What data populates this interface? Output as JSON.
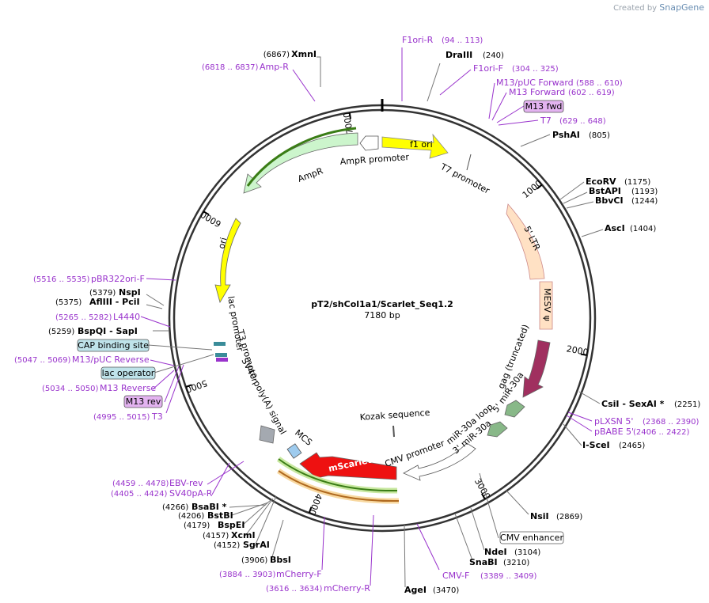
{
  "brand": {
    "prefix": "Created by",
    "name": "SnapGene"
  },
  "plasmid": {
    "name": "pT2/shCol1a1/Scarlet_Seq1.2",
    "length": "7180 bp"
  },
  "ticks": [
    "1000",
    "2000",
    "3000",
    "4000",
    "5000",
    "6000",
    "7000"
  ],
  "enzymes": [
    {
      "name": "XmnI",
      "pos": "(6867)"
    },
    {
      "name": "DraIII",
      "pos": "(240)"
    },
    {
      "name": "PshAI",
      "pos": "(805)"
    },
    {
      "name": "EcoRV",
      "pos": "(1175)"
    },
    {
      "name": "BstAPI",
      "pos": "(1193)"
    },
    {
      "name": "BbvCI",
      "pos": "(1244)"
    },
    {
      "name": "AscI",
      "pos": "(1404)"
    },
    {
      "name": "CsiI - SexAI *",
      "pos": "(2251)"
    },
    {
      "name": "I-SceI",
      "pos": "(2465)"
    },
    {
      "name": "NsiI",
      "pos": "(2869)"
    },
    {
      "name": "NdeI",
      "pos": "(3104)"
    },
    {
      "name": "SnaBI",
      "pos": "(3210)"
    },
    {
      "name": "AgeI",
      "pos": "(3470)"
    },
    {
      "name": "BbsI",
      "pos": "(3906)"
    },
    {
      "name": "SgrAI",
      "pos": "(4152)"
    },
    {
      "name": "XcmI",
      "pos": "(4157)"
    },
    {
      "name": "BspEI",
      "pos": "(4179)"
    },
    {
      "name": "BstBI",
      "pos": "(4206)"
    },
    {
      "name": "BsaBI *",
      "pos": "(4266)"
    },
    {
      "name": "BspQI - SapI",
      "pos": "(5259)"
    },
    {
      "name": "AflIII - PciI",
      "pos": "(5375)"
    },
    {
      "name": "NspI",
      "pos": "(5379)"
    }
  ],
  "primers": [
    {
      "name": "F1ori-R",
      "pos": "(94 .. 113)"
    },
    {
      "name": "F1ori-F",
      "pos": "(304 .. 325)"
    },
    {
      "name": "M13/pUC Forward",
      "pos": "(588 .. 610)"
    },
    {
      "name": "M13 Forward",
      "pos": "(602 .. 619)"
    },
    {
      "name": "T7",
      "pos": "(629 .. 648)"
    },
    {
      "name": "pLXSN 5'",
      "pos": "(2368 .. 2390)"
    },
    {
      "name": "pBABE 5'",
      "pos": "(2406 .. 2422)"
    },
    {
      "name": "CMV-F",
      "pos": "(3389 .. 3409)"
    },
    {
      "name": "mCherry-R",
      "pos": "(3616 .. 3634)"
    },
    {
      "name": "mCherry-F",
      "pos": "(3884 .. 3903)"
    },
    {
      "name": "SV40pA-R",
      "pos": "(4405 .. 4424)"
    },
    {
      "name": "EBV-rev",
      "pos": "(4459 .. 4478)"
    },
    {
      "name": "T3",
      "pos": "(4995 .. 5015)"
    },
    {
      "name": "M13 Reverse",
      "pos": "(5034 .. 5050)"
    },
    {
      "name": "M13/pUC Reverse",
      "pos": "(5047 .. 5069)"
    },
    {
      "name": "L4440",
      "pos": "(5265 .. 5282)"
    },
    {
      "name": "pBR322ori-F",
      "pos": "(5516 .. 5535)"
    },
    {
      "name": "Amp-R",
      "pos": "(6818 .. 6837)"
    }
  ],
  "boxed_labels": [
    "M13 fwd",
    "CAP binding site",
    "lac operator",
    "M13 rev",
    "CMV enhancer"
  ],
  "features": [
    "f1 ori",
    "AmpR promoter",
    "AmpR",
    "T7 promoter",
    "5' LTR",
    "MESV ψ",
    "gag (truncated)",
    "5' miR-30a",
    "miR-30a loop",
    "3' miR-30a",
    "CMV promoter",
    "Kozak sequence",
    "mScarlet-I",
    "MCS",
    "SV40 poly(A) signal",
    "T3 promoter",
    "lac promoter",
    "ori"
  ],
  "colors": {
    "primer": "#9933cc",
    "f1ori": "#ffff00",
    "ampr": "#ccf5cc",
    "ori": "#ffff00",
    "ltr": "#ffe1c4",
    "gag": "#a0305f",
    "mir": "#88b888",
    "mscarlet": "#ee1111",
    "sv40": "#a4a9b0",
    "mcs": "#9ecbee"
  }
}
